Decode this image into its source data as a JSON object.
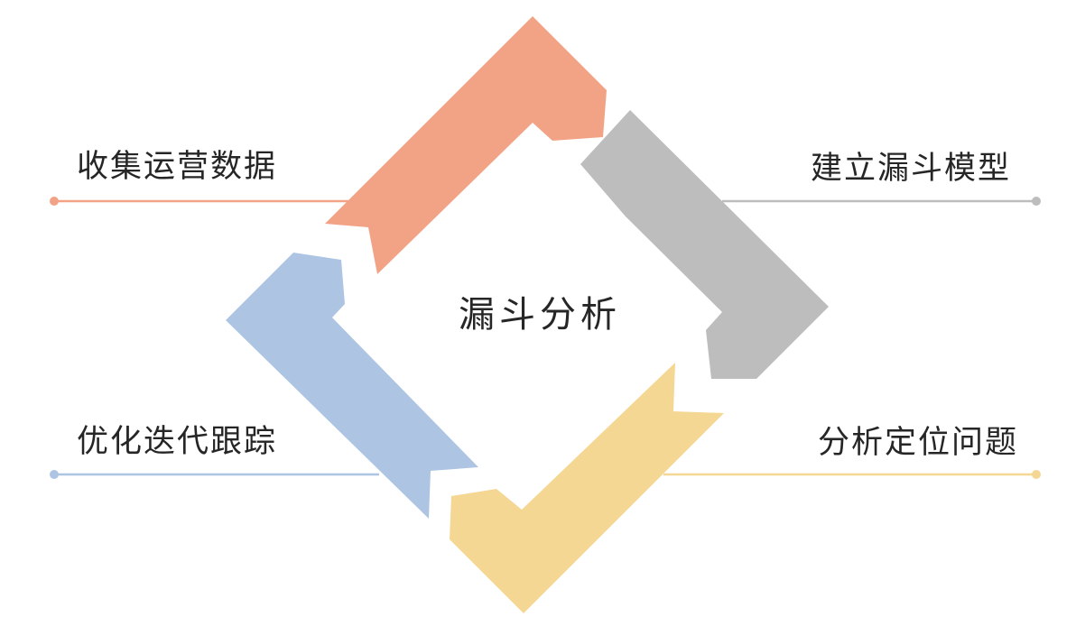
{
  "center": {
    "label": "漏斗分析"
  },
  "steps": [
    {
      "label": "收集运营数据",
      "color": "#f2a386"
    },
    {
      "label": "建立漏斗模型",
      "color": "#bdbdbd"
    },
    {
      "label": "分析定位问题",
      "color": "#f5d794"
    },
    {
      "label": "优化迭代跟踪",
      "color": "#adc5e3"
    }
  ]
}
